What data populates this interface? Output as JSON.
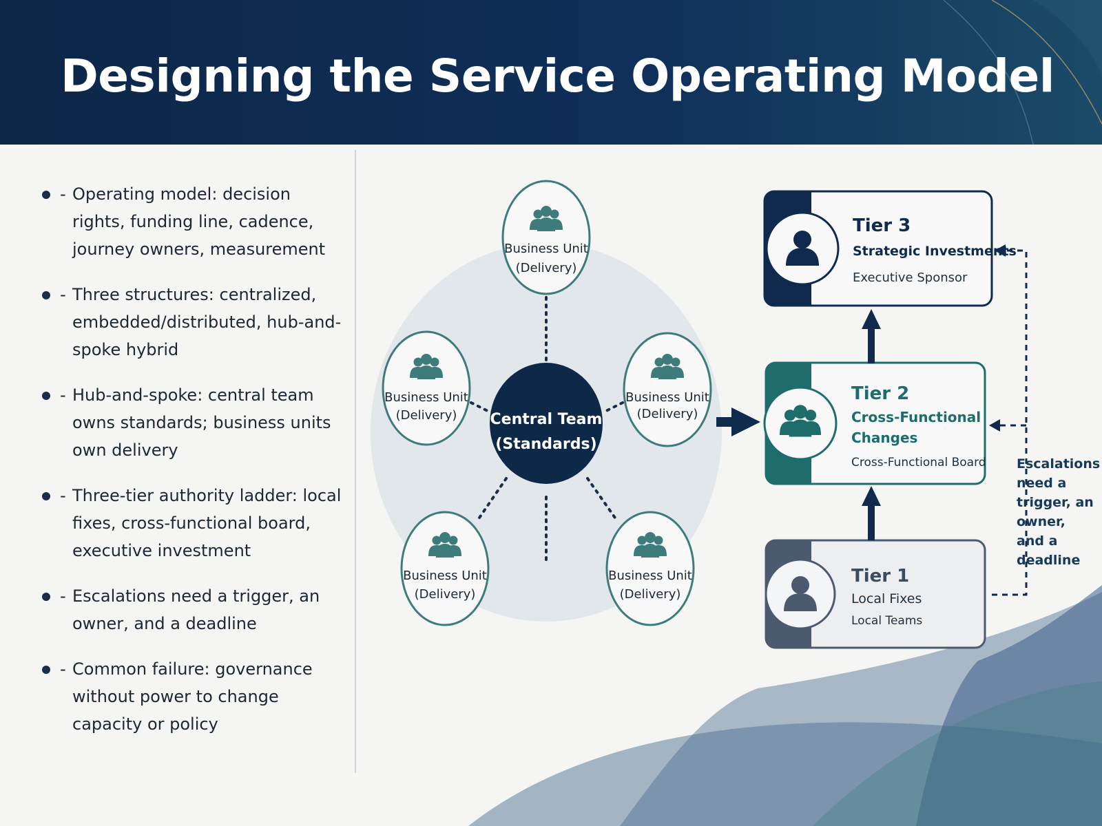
{
  "header": {
    "title": "Designing the Service Operating Model"
  },
  "bullets": [
    {
      "marker": "-",
      "text": "Operating model: decision rights, funding line, cadence, journey owners, measurement"
    },
    {
      "marker": "-",
      "text": "Three structures: centralized, embedded/distributed, hub-and-spoke hybrid"
    },
    {
      "marker": "-",
      "text": "Hub-and-spoke: central team owns standards; business units own delivery"
    },
    {
      "marker": "-",
      "text": "Three-tier authority ladder: local fixes, cross-functional board, executive investment"
    },
    {
      "marker": "-",
      "text": "Escalations need a trigger, an owner, and a deadline"
    },
    {
      "marker": "-",
      "text": "Common failure: governance without power to change capacity or policy"
    }
  ],
  "hub": {
    "center": {
      "line1": "Central Team",
      "line2": "(Standards)"
    },
    "units": [
      {
        "line1": "Business Unit",
        "line2": "(Delivery)",
        "icon": "group-icon"
      },
      {
        "line1": "Business Unit",
        "line2": "(Delivery)",
        "icon": "group-icon"
      },
      {
        "line1": "Business Unit",
        "line2": "(Delivery)",
        "icon": "group-icon"
      },
      {
        "line1": "Business Unit",
        "line2": "(Delivery)",
        "icon": "group-icon"
      },
      {
        "line1": "Business Unit",
        "line2": "(Delivery)",
        "icon": "group-icon"
      }
    ]
  },
  "tiers": [
    {
      "name": "Tier 3",
      "title": "Strategic Investments",
      "owner": "Executive Sponsor",
      "icon": "person-icon",
      "color": "#0f2a4d"
    },
    {
      "name": "Tier 2",
      "title_line1": "Cross-Functional",
      "title_line2": "Changes",
      "owner": "Cross-Functional Board",
      "icon": "group-icon",
      "color": "#1e6c6c"
    },
    {
      "name": "Tier 1",
      "title": "Local Fixes",
      "owner": "Local Teams",
      "icon": "person-icon",
      "color": "#4c5a70"
    }
  ],
  "escalation_note": "Escalations need a trigger, an owner, and a deadline",
  "colors": {
    "navy": "#0f2a4d",
    "teal": "#1e6c6c",
    "icon_teal": "#3e7c7c",
    "slate": "#4c5a70",
    "background": "#f5f5f3"
  }
}
